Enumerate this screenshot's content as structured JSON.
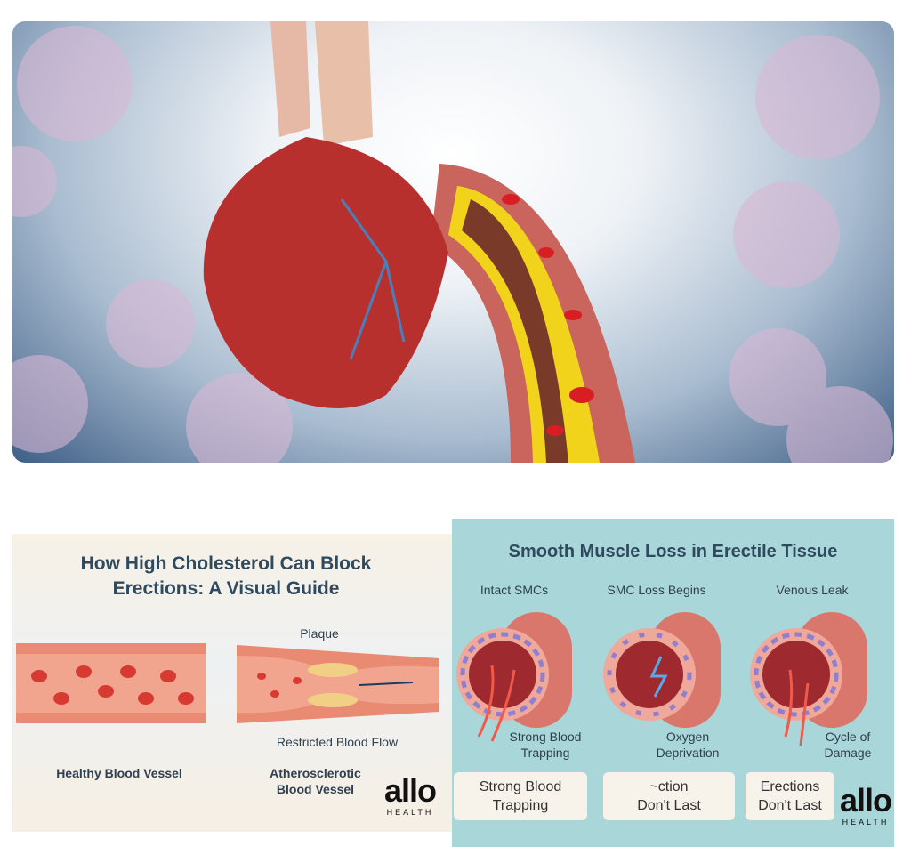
{
  "left_infographic": {
    "title_line1": "How High Cholesterol Can Block",
    "title_line2": "Erections: A Visual Guide",
    "plaque_label": "Plaque",
    "restricted_label": "Restricted Blood Flow",
    "healthy_label": "Healthy Blood Vessel",
    "athero_label_line1": "Atherosclerotic",
    "athero_label_line2": "Blood Vessel",
    "logo": "allo",
    "logo_sub": "HEALTH"
  },
  "right_infographic": {
    "title": "Smooth Muscle Loss in Erectile Tissue",
    "columns": [
      {
        "header": "Intact SMCs",
        "caption1": "Strong Blood",
        "caption2": "Trapping",
        "box1": "Strong Blood",
        "box2": "Trapping"
      },
      {
        "header": "SMC Loss Begins",
        "caption1": "Oxygen",
        "caption2": "Deprivation",
        "box1": "~ction",
        "box2": "Don't Last"
      },
      {
        "header": "Venous Leak",
        "caption1": "Cycle of",
        "caption2": "Damage",
        "box1": "Erections",
        "box2": "Don't Last"
      }
    ],
    "logo": "allo",
    "logo_sub": "HEALTH"
  }
}
